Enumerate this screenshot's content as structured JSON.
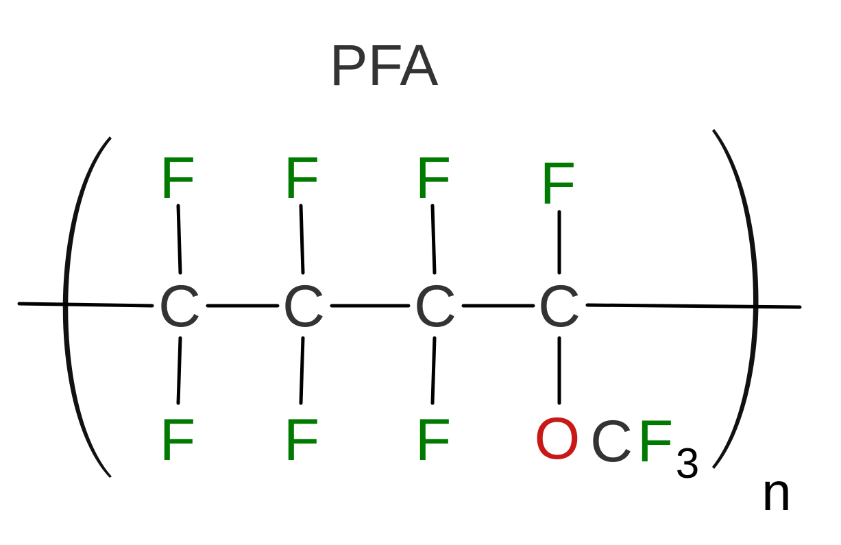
{
  "title": "PFA",
  "colors": {
    "carbon": "#333333",
    "fluorine": "#007a00",
    "oxygen": "#c81818",
    "bond": "#000000",
    "title": "#333333"
  },
  "atoms": {
    "carbon": "C",
    "fluorine": "F",
    "oxygen": "O"
  },
  "side_group": {
    "carbon": "C",
    "fluorine": "F",
    "subscript": "3"
  },
  "repeat_subscript": "n"
}
